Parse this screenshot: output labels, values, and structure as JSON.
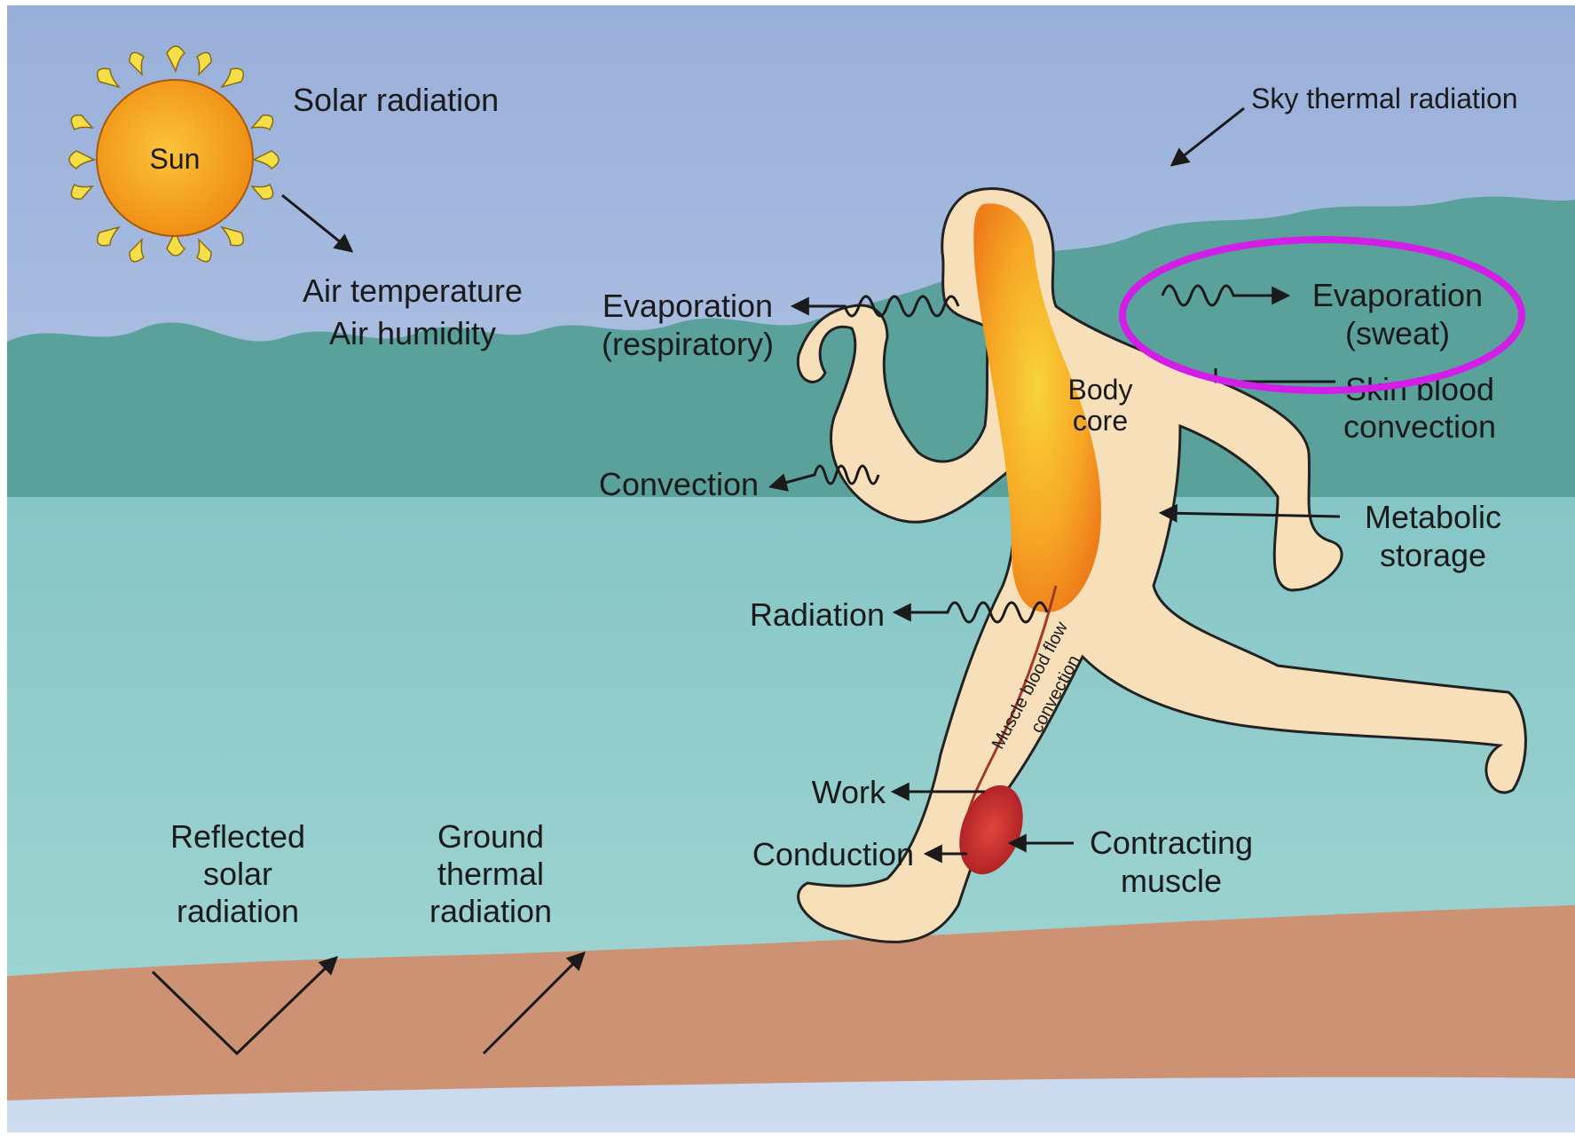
{
  "colors": {
    "sky_top": "#9fb6dd",
    "sky_bottom": "#c8d8ec",
    "far_hills": "#4f9a94",
    "water": "#7cc3c4",
    "ground": "#cd9478",
    "body_skin": "#f6ddb8",
    "body_core": "#f59a1e",
    "sun": "#f5a21a",
    "sun_rays": "#f7e04b",
    "muscle": "#c8282a",
    "highlight_ring": "#d21ee6",
    "text": "#1a1a1a"
  },
  "labels": {
    "sun": "Sun",
    "solar_radiation": "Solar radiation",
    "sky_thermal_radiation": "Sky thermal radiation",
    "air_temperature": "Air temperature",
    "air_humidity": "Air humidity",
    "evaporation_resp_1": "Evaporation",
    "evaporation_resp_2": "(respiratory)",
    "evaporation_sweat_1": "Evaporation",
    "evaporation_sweat_2": "(sweat)",
    "skin_blood_1": "Skin blood",
    "skin_blood_2": "convection",
    "body_core_1": "Body",
    "body_core_2": "core",
    "convection": "Convection",
    "metabolic_1": "Metabolic",
    "metabolic_2": "storage",
    "radiation": "Radiation",
    "muscle_flow_1": "Muscle blood flow",
    "muscle_flow_2": "convection",
    "work": "Work",
    "conduction": "Conduction",
    "contracting_1": "Contracting",
    "contracting_2": "muscle",
    "reflected_1": "Reflected",
    "reflected_2": "solar",
    "reflected_3": "radiation",
    "ground_1": "Ground",
    "ground_2": "thermal",
    "ground_3": "radiation"
  }
}
